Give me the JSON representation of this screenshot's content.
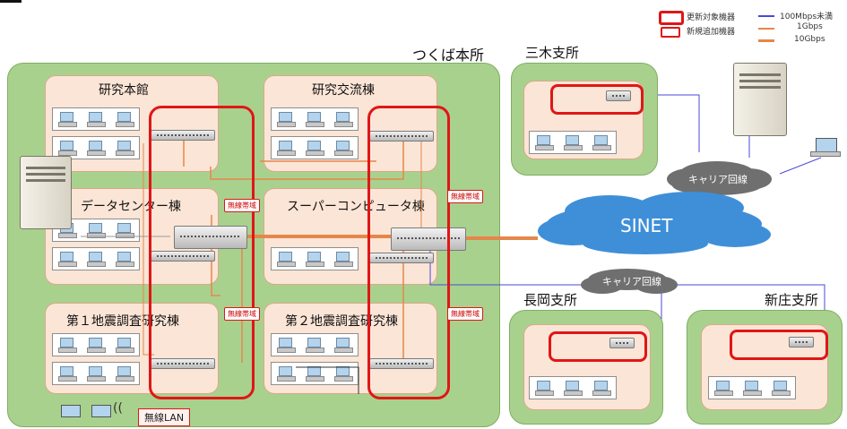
{
  "legend": {
    "items": [
      {
        "label": "更新対象機器"
      },
      {
        "label": "新規追加機器"
      }
    ],
    "lines": [
      {
        "label": "100Mbps未満",
        "color": "#4a4ad8"
      },
      {
        "label": "1Gbps",
        "color": "#e5874a"
      },
      {
        "label": "10Gbps",
        "color": "#e5874a"
      }
    ]
  },
  "tsukuba": {
    "title": "つくば本所",
    "buildings": [
      {
        "name": "研究本館"
      },
      {
        "name": "研究交流棟"
      },
      {
        "name": "データセンター棟"
      },
      {
        "name": "スーパーコンピュータ棟"
      },
      {
        "name": "第１地震調査研究棟"
      },
      {
        "name": "第２地震調査研究棟"
      }
    ],
    "callouts": [
      "無線帯域",
      "無線帯域",
      "無線帯域",
      "無線帯域"
    ],
    "wireless_lan": "無線LAN"
  },
  "branches": {
    "miki": "三木支所",
    "nagaoka": "長岡支所",
    "shinjo": "新庄支所"
  },
  "network": {
    "sinet": "SINET",
    "carrier1": "キャリア回線",
    "carrier2": "キャリア回線"
  },
  "colors": {
    "site_green": "#a9d18e",
    "building_fill": "#fbe5d6",
    "highlight_red": "#e01616",
    "sinet_blue": "#3f8fd8",
    "cloud_gray": "#6f6f6f"
  }
}
